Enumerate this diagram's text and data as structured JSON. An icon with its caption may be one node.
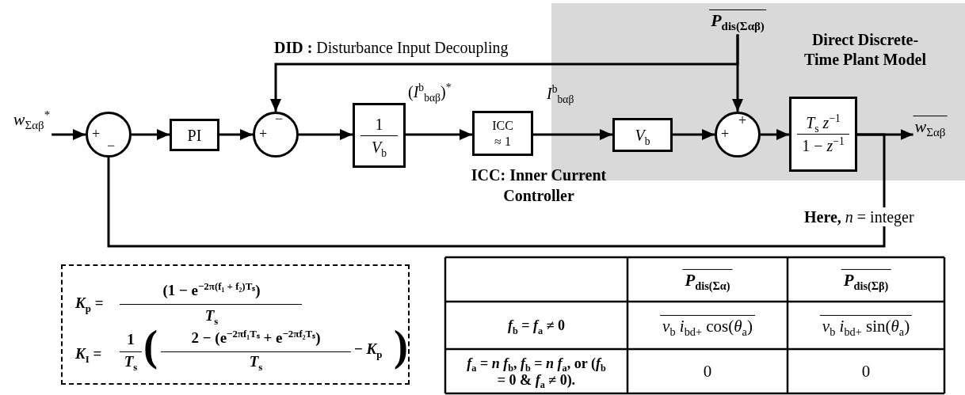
{
  "diagram": {
    "nodes": [
      {
        "text": [
          "*w*$_{Σαβ}$$^{*}$"
        ]
      },
      {
        "text": [
          "+",
          "−"
        ]
      },
      {
        "text": [
          "PI"
        ]
      },
      {
        "text": [
          "+",
          "−"
        ]
      },
      {
        "text": [
          "1",
          "*V*$_{b}$"
        ]
      },
      {
        "text": [
          "ICC",
          "≈ 1"
        ],
        "beside": [
          "ICC: Inner Current Controller"
        ]
      },
      {
        "text": [
          "Direct Discrete-Time Plant Model"
        ]
      },
      {
        "text": [
          "*V*$_{b}$"
        ],
        "in": 6
      },
      {
        "text": [
          "+",
          "+"
        ],
        "in": 6
      },
      {
        "text": [
          "*T*$_{s}$ *z*$^{−1}$",
          "1 − *z*$^{−1}$"
        ],
        "in": 6
      },
      {
        "text": [
          "*P*$_{dis(Σαβ)}$"
        ],
        "in": 6
      },
      {
        "text": [
          "*w*$_{Σαβ}$"
        ],
        "in": 6
      },
      {
        "text": [
          "*K*$_{p}$ =",
          "(1 − e$^{−2π(f₁ + f₂)Tₛ}$)",
          "*T*$_{s}$",
          "*K*$_{I}$ =",
          "1",
          "*T*$_{s}$",
          "(",
          "2 − (e$^{−2πf₁Tₛ}$ + e$^{−2πf₂Tₛ}$)",
          "*T*$_{s}$",
          "− *K*$_{p}$",
          ")"
        ]
      }
    ],
    "edges": [
      {
        "from": 0,
        "to": 1,
        "arrow": "to"
      },
      {
        "from": 1,
        "to": 2,
        "arrow": "to"
      },
      {
        "from": 2,
        "to": 3,
        "arrow": "to"
      },
      {
        "from": 3,
        "to": 4,
        "arrow": "to"
      },
      {
        "from": 4,
        "to": 5,
        "arrow": "to",
        "label": "(*I*$^{b}$$_{bαβ}$)$^{*}$"
      },
      {
        "from": 5,
        "to": 7,
        "arrow": "to",
        "label": "*I*$^{b}$$_{bαβ}$"
      },
      {
        "from": 7,
        "to": 8,
        "arrow": "to"
      },
      {
        "from": 8,
        "to": 9,
        "arrow": "to"
      },
      {
        "from": 9,
        "to": 11,
        "arrow": "to"
      },
      {
        "from": 9,
        "to": 1,
        "arrow": "none"
      },
      {
        "from": 10,
        "to": 8,
        "arrow": "to"
      },
      {
        "from": 10,
        "to": 3,
        "arrow": "to",
        "label": "**DID :** Disturbance Input Decoupling"
      }
    ],
    "labels": [
      "**Here,** *n* = integer",
      "*P*$_{dis(Σα)}$",
      "*P*$_{dis(Σβ)}$",
      "*f*$_{b}$ = *f*$_{a}$ ≠ 0",
      "*v*$_{b}$ *i*$_{bd+}$ cos(*θ*$_{a}$)",
      "*v*$_{b}$ *i*$_{bd+}$ sin(*θ*$_{a}$)",
      "*f*$_{a}$ = *n f*$_{b}$, *f*$_{b}$ = *n f*$_{a}$, or (*f*$_{b}$ = 0 & *f*$_{a}$ ≠ 0).",
      "0",
      "0"
    ]
  }
}
